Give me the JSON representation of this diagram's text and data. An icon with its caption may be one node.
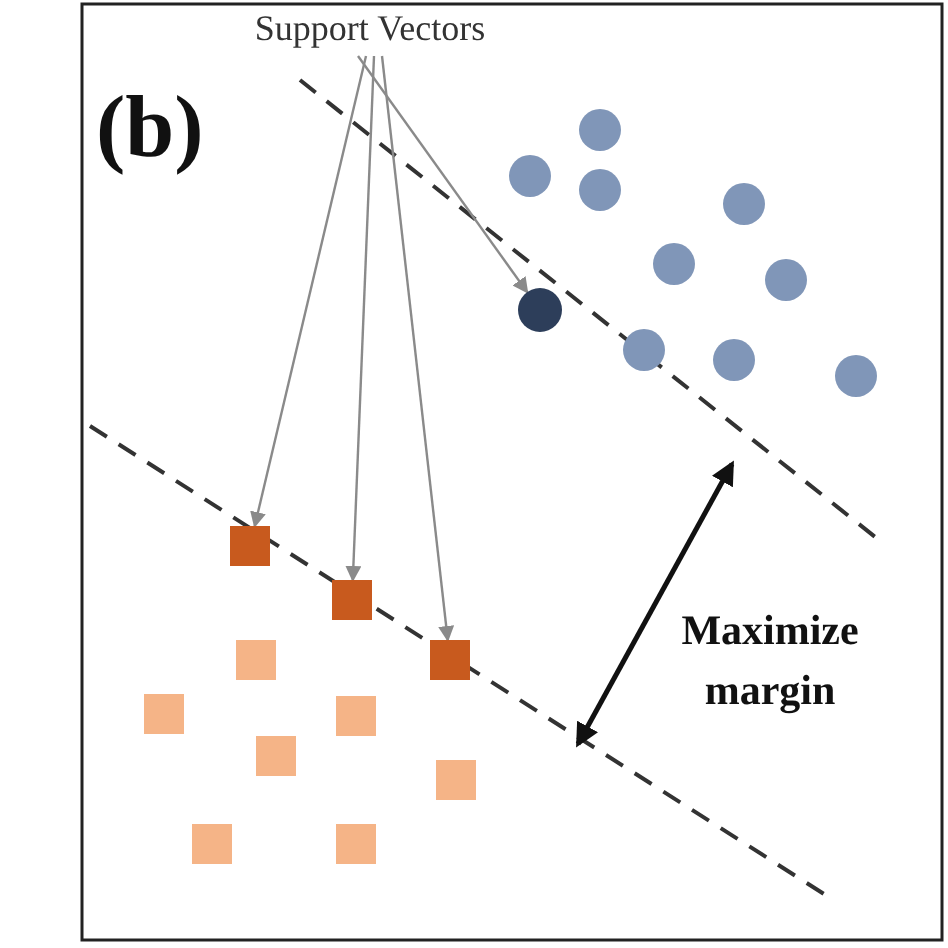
{
  "diagram": {
    "nodes": [
      {
        "text": [
          "Support Vectors"
        ]
      },
      {
        "text": [],
        "shape": "circle"
      },
      {
        "text": [],
        "shape": "box"
      },
      {
        "text": [],
        "shape": "box"
      },
      {
        "text": [],
        "shape": "box"
      }
    ],
    "edges": [
      {
        "from": 0,
        "to": 1,
        "arrow": "to"
      },
      {
        "from": 0,
        "to": 2,
        "arrow": "to"
      },
      {
        "from": 0,
        "to": 3,
        "arrow": "to"
      },
      {
        "from": 0,
        "to": 4,
        "arrow": "to"
      }
    ],
    "labels": [
      "(b)",
      "Maximize margin"
    ]
  }
}
